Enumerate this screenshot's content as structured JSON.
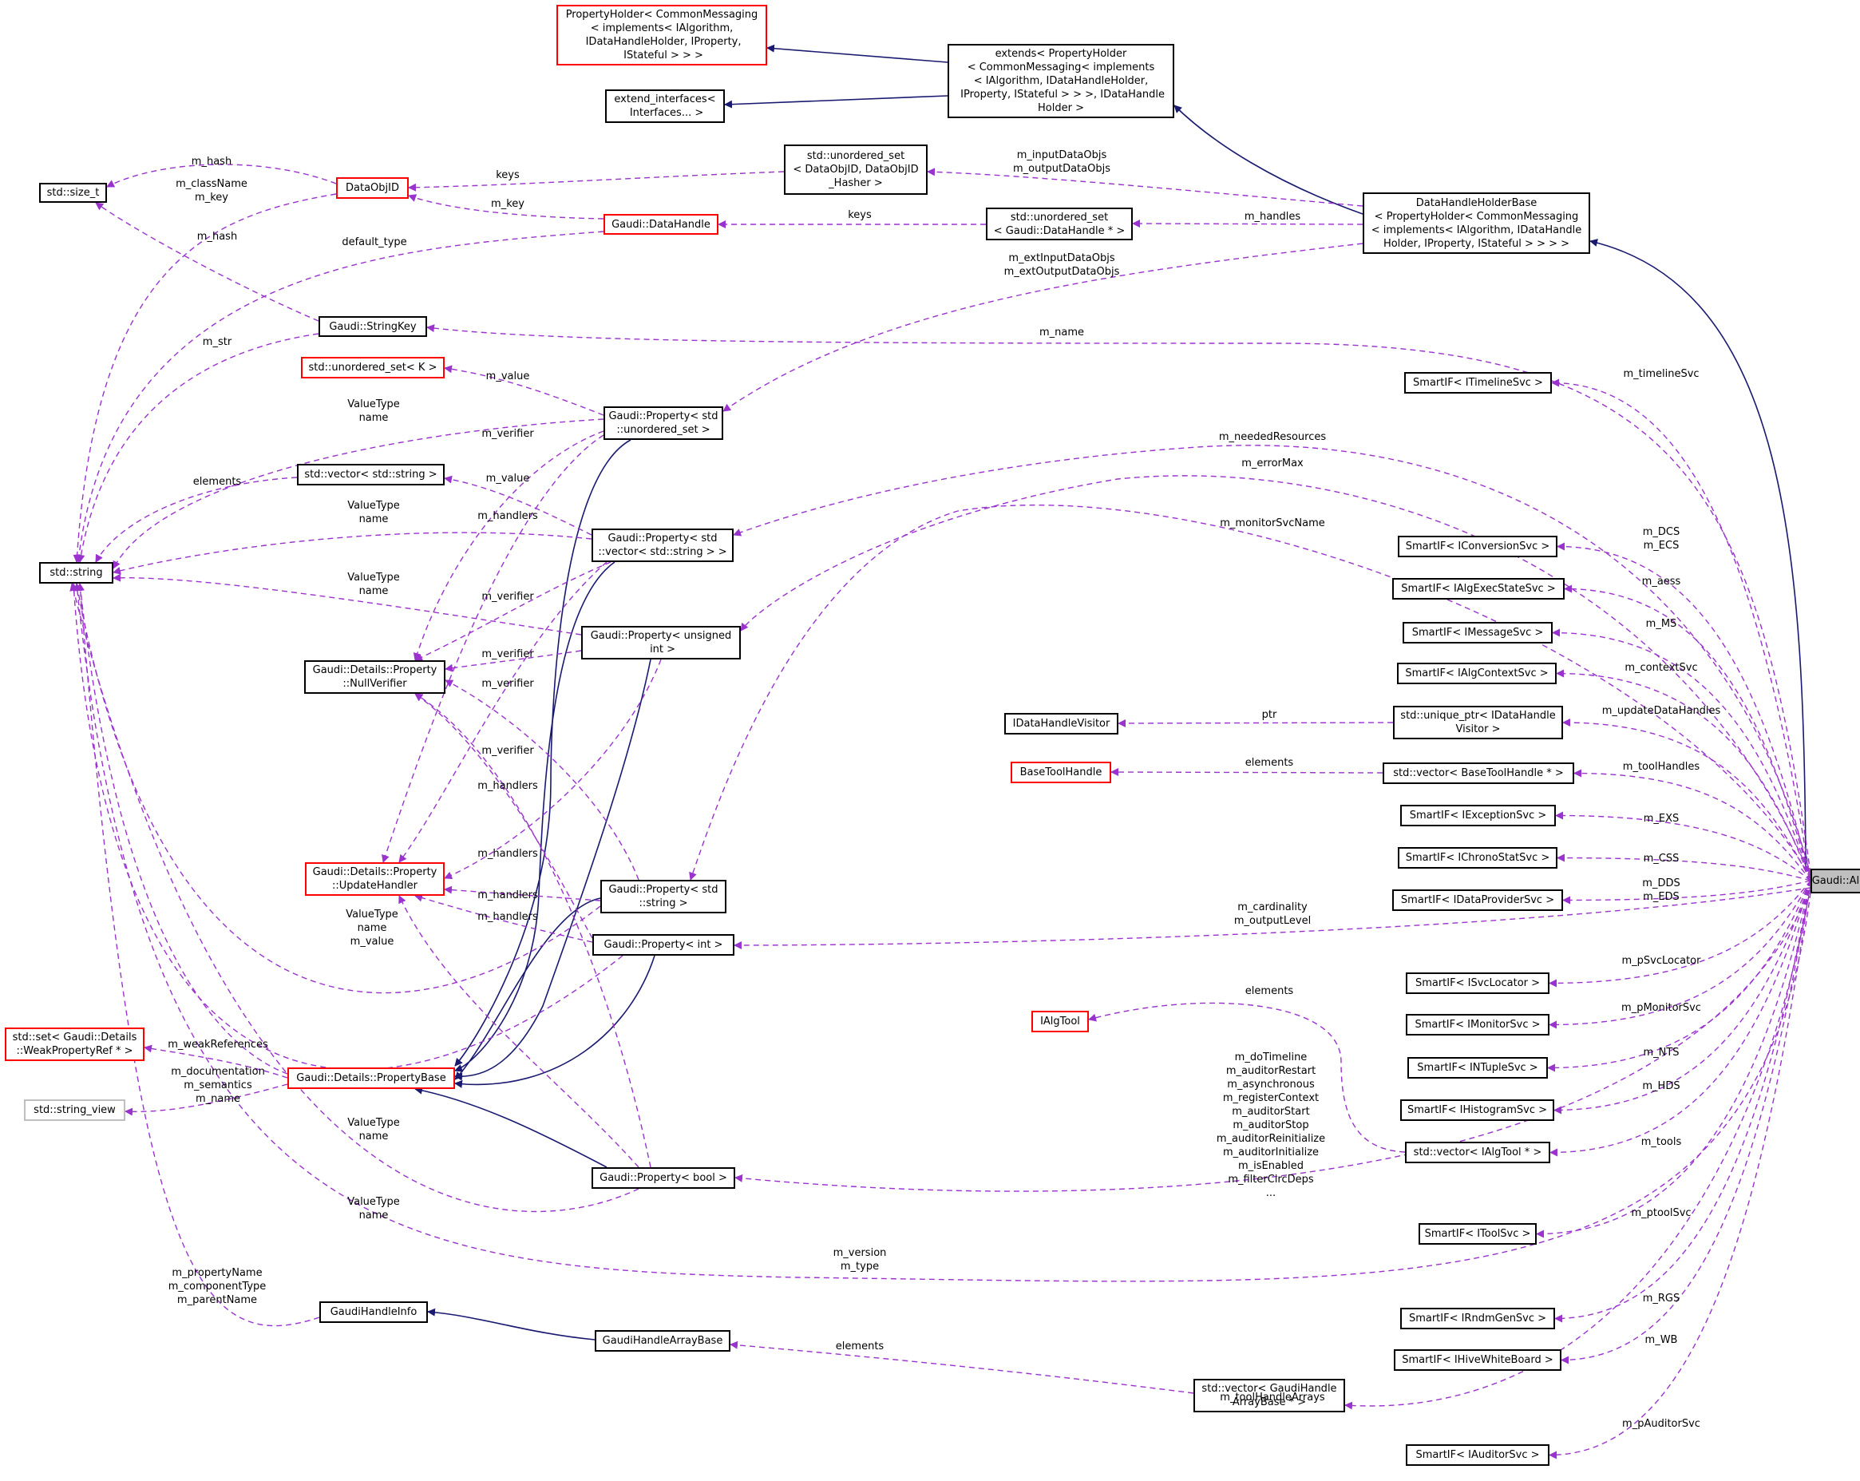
{
  "diagram": {
    "colors": {
      "inheritance": "#191970",
      "usage": "#9a32cd",
      "incomplete_border": "#ff0000",
      "external_border": "#bfbfbf",
      "focus_fill": "#bfbfbf"
    },
    "nodes": [
      {
        "id": "ph",
        "label": "PropertyHolder< CommonMessaging\n< implements< IAlgorithm,\n IDataHandleHolder, IProperty,\n IStateful > > >",
        "style": "red"
      },
      {
        "id": "ext",
        "label": "extends< PropertyHolder\n< CommonMessaging< implements\n< IAlgorithm, IDataHandleHolder,\n IProperty, IStateful > > >, IDataHandle\nHolder >",
        "style": "black"
      },
      {
        "id": "extif",
        "label": "extend_interfaces<\n Interfaces... >",
        "style": "black"
      },
      {
        "id": "sizet",
        "label": "std::size_t",
        "style": "black"
      },
      {
        "id": "dataobjid",
        "label": "DataObjID",
        "style": "red"
      },
      {
        "id": "uset_doid",
        "label": "std::unordered_set\n< DataObjID, DataObjID\n_Hasher >",
        "style": "black"
      },
      {
        "id": "dhhb",
        "label": "DataHandleHolderBase\n< PropertyHolder< CommonMessaging\n< implements< IAlgorithm, IDataHandle\nHolder, IProperty, IStateful > > > >",
        "style": "black"
      },
      {
        "id": "datahandle",
        "label": "Gaudi::DataHandle",
        "style": "red"
      },
      {
        "id": "uset_dh",
        "label": "std::unordered_set\n< Gaudi::DataHandle * >",
        "style": "black"
      },
      {
        "id": "stringkey",
        "label": "Gaudi::StringKey",
        "style": "black"
      },
      {
        "id": "usetk",
        "label": "std::unordered_set< K >",
        "style": "red"
      },
      {
        "id": "prop_uset",
        "label": "Gaudi::Property< std\n::unordered_set >",
        "style": "black"
      },
      {
        "id": "si_timeline",
        "label": "SmartIF< ITimelineSvc >",
        "style": "black"
      },
      {
        "id": "vecstr",
        "label": "std::vector< std::string >",
        "style": "black"
      },
      {
        "id": "stdstring",
        "label": "std::string",
        "style": "black"
      },
      {
        "id": "prop_vec",
        "label": "Gaudi::Property< std\n::vector< std::string > >",
        "style": "black"
      },
      {
        "id": "si_conv",
        "label": "SmartIF< IConversionSvc >",
        "style": "black"
      },
      {
        "id": "si_aexec",
        "label": "SmartIF< IAlgExecStateSvc >",
        "style": "black"
      },
      {
        "id": "prop_uint",
        "label": "Gaudi::Property< unsigned\n int >",
        "style": "black"
      },
      {
        "id": "si_msg",
        "label": "SmartIF< IMessageSvc >",
        "style": "black"
      },
      {
        "id": "nullver",
        "label": "Gaudi::Details::Property\n::NullVerifier",
        "style": "black"
      },
      {
        "id": "si_actx",
        "label": "SmartIF< IAlgContextSvc >",
        "style": "black"
      },
      {
        "id": "idhv",
        "label": "IDataHandleVisitor",
        "style": "black"
      },
      {
        "id": "uptr",
        "label": "std::unique_ptr< IDataHandle\nVisitor >",
        "style": "black"
      },
      {
        "id": "basetool",
        "label": "BaseToolHandle",
        "style": "red"
      },
      {
        "id": "vec_bth",
        "label": "std::vector< BaseToolHandle * >",
        "style": "black"
      },
      {
        "id": "si_exc",
        "label": "SmartIF< IExceptionSvc >",
        "style": "black"
      },
      {
        "id": "updh",
        "label": "Gaudi::Details::Property\n::UpdateHandler",
        "style": "red"
      },
      {
        "id": "si_chrono",
        "label": "SmartIF< IChronoStatSvc >",
        "style": "black"
      },
      {
        "id": "prop_str",
        "label": "Gaudi::Property< std\n::string >",
        "style": "black"
      },
      {
        "id": "algorithm",
        "label": "Gaudi::Algorithm",
        "style": "focus"
      },
      {
        "id": "si_dp",
        "label": "SmartIF< IDataProviderSvc >",
        "style": "black"
      },
      {
        "id": "prop_int",
        "label": "Gaudi::Property< int >",
        "style": "black"
      },
      {
        "id": "si_svcloc",
        "label": "SmartIF< ISvcLocator >",
        "style": "black"
      },
      {
        "id": "ialgtool",
        "label": "IAlgTool",
        "style": "red"
      },
      {
        "id": "si_mon",
        "label": "SmartIF< IMonitorSvc >",
        "style": "black"
      },
      {
        "id": "setwpr",
        "label": "std::set< Gaudi::Details\n::WeakPropertyRef * >",
        "style": "red"
      },
      {
        "id": "propbase",
        "label": "Gaudi::Details::PropertyBase",
        "style": "red"
      },
      {
        "id": "si_ntuple",
        "label": "SmartIF< INTupleSvc >",
        "style": "black"
      },
      {
        "id": "strview",
        "label": "std::string_view",
        "style": "gray"
      },
      {
        "id": "si_hist",
        "label": "SmartIF< IHistogramSvc >",
        "style": "black"
      },
      {
        "id": "vec_iat",
        "label": "std::vector< IAlgTool * >",
        "style": "black"
      },
      {
        "id": "prop_bool",
        "label": "Gaudi::Property< bool >",
        "style": "black"
      },
      {
        "id": "si_tool",
        "label": "SmartIF< IToolSvc >",
        "style": "black"
      },
      {
        "id": "ghi",
        "label": "GaudiHandleInfo",
        "style": "black"
      },
      {
        "id": "si_rndm",
        "label": "SmartIF< IRndmGenSvc >",
        "style": "black"
      },
      {
        "id": "ghab",
        "label": "GaudiHandleArrayBase",
        "style": "black"
      },
      {
        "id": "si_hwb",
        "label": "SmartIF< IHiveWhiteBoard >",
        "style": "black"
      },
      {
        "id": "vec_ghab",
        "label": "std::vector< GaudiHandle\nArrayBase * >",
        "style": "black"
      },
      {
        "id": "si_aud",
        "label": "SmartIF< IAuditorSvc >",
        "style": "black"
      }
    ],
    "labels": [
      "m_hash",
      "m_className\nm_key",
      "keys",
      "m_key",
      "keys",
      "m_inputDataObjs\nm_outputDataObjs",
      "m_handles",
      "m_hash",
      "default_type",
      "m_extInputDataObjs\nm_extOutputDataObjs",
      "m_name",
      "m_str",
      "m_value",
      "m_timelineSvc",
      "ValueType\nname",
      "m_verifier",
      "m_neededResources",
      "elements",
      "m_value",
      "m_errorMax",
      "ValueType\nname",
      "m_handlers",
      "m_monitorSvcName",
      "m_DCS\nm_ECS",
      "ValueType\nname",
      "m_verifier",
      "m_aess",
      "m_verifier",
      "m_MS",
      "m_verifier",
      "m_contextSvc",
      "ptr",
      "m_updateDataHandles",
      "m_verifier",
      "elements",
      "m_toolHandles",
      "m_handlers",
      "m_EXS",
      "m_handlers",
      "m_CSS",
      "m_DDS\nm_EDS",
      "m_handlers",
      "ValueType\nname\nm_value",
      "m_cardinality\nm_outputLevel",
      "m_pSvcLocator",
      "m_handlers",
      "elements",
      "m_pMonitorSvc",
      "m_weakReferences",
      "m_documentation\nm_semantics\nm_name",
      "m_NTS",
      "m_doTimeline\nm_auditorRestart\nm_asynchronous\nm_registerContext\nm_auditorStart\nm_auditorStop\nm_auditorReinitialize\nm_auditorInitialize\nm_isEnabled\nm_filterCircDeps\n...",
      "m_HDS",
      "ValueType\nname",
      "m_tools",
      "ValueType\nname",
      "m_ptoolSvc",
      "m_version\nm_type",
      "m_propertyName\nm_componentType\nm_parentName",
      "m_RGS",
      "elements",
      "m_WB",
      "m_toolHandleArrays",
      "m_pAuditorSvc"
    ]
  }
}
